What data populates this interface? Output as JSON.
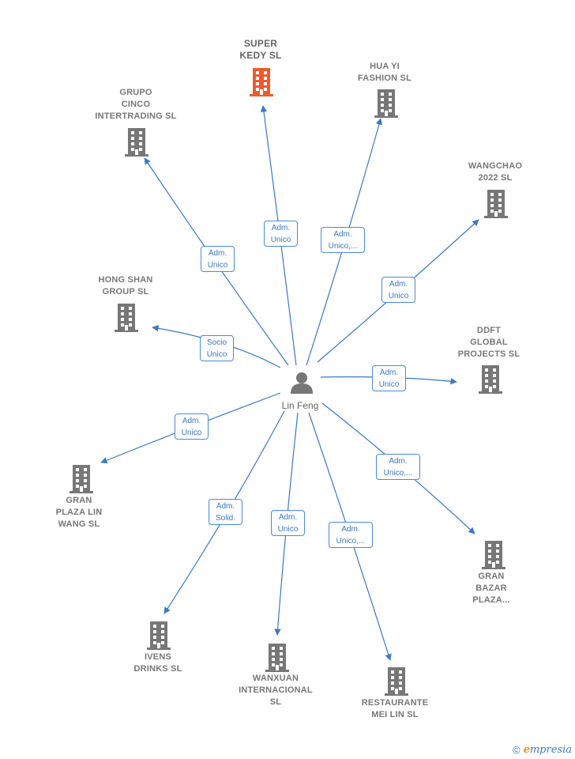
{
  "center": {
    "name": "Lin Feng",
    "icon": "person-icon"
  },
  "nodes": [
    {
      "id": "super-kedy",
      "label": "SUPER\nKEDY  SL",
      "highlight": true,
      "color": "#f05a2a",
      "edge": "Adm.\nUnico"
    },
    {
      "id": "hua-yi",
      "label": "HUA YI\nFASHION  SL",
      "highlight": false,
      "color": "#777777",
      "edge": "Adm.\nUnico,..."
    },
    {
      "id": "grupo-cinco",
      "label": "GRUPO\nCINCO\nINTERTRADING SL",
      "highlight": false,
      "color": "#777777",
      "edge": "Adm.\nUnico"
    },
    {
      "id": "wangchao",
      "label": "WANGCHAO\n2022  SL",
      "highlight": false,
      "color": "#777777",
      "edge": "Adm.\nUnico"
    },
    {
      "id": "hong-shan",
      "label": "HONG SHAN\nGROUP SL",
      "highlight": false,
      "color": "#777777",
      "edge": "Socio\nÚnico"
    },
    {
      "id": "ddft",
      "label": "DDFT\nGLOBAL\nPROJECTS  SL",
      "highlight": false,
      "color": "#777777",
      "edge": "Adm.\nUnico"
    },
    {
      "id": "gran-plaza",
      "label": "GRAN\nPLAZA LIN\nWANG  SL",
      "highlight": false,
      "color": "#777777",
      "edge": "Adm.\nUnico"
    },
    {
      "id": "gran-bazar",
      "label": "GRAN\nBAZAR\nPLAZA...",
      "highlight": false,
      "color": "#777777",
      "edge": "Adm.\nUnico,..."
    },
    {
      "id": "ivens",
      "label": "IVENS\nDRINKS  SL",
      "highlight": false,
      "color": "#777777",
      "edge": "Adm.\nSolid."
    },
    {
      "id": "wanxuan",
      "label": "WANXUAN\nINTERNACIONAL\nSL",
      "highlight": false,
      "color": "#777777",
      "edge": "Adm.\nUnico"
    },
    {
      "id": "restaurante",
      "label": "RESTAURANTE\nMEI LIN  SL",
      "highlight": false,
      "color": "#777777",
      "edge": "Adm.\nUnico,..."
    }
  ],
  "colors": {
    "edge": "#3a78c8",
    "edge_label_border": "#4a8ad8",
    "building": "#777777",
    "highlight": "#f05a2a",
    "person": "#777777"
  },
  "footer": {
    "copyright": "©",
    "brand_initial": "e",
    "brand_rest": "mpresia"
  }
}
